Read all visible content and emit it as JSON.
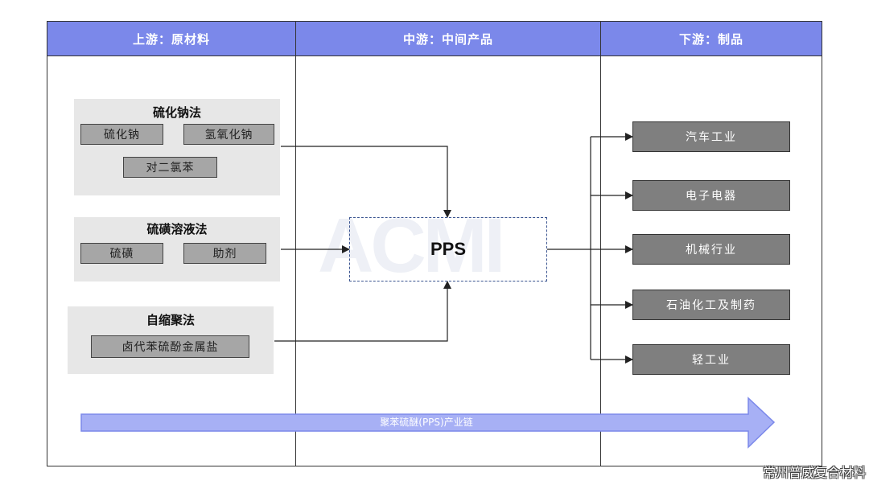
{
  "headers": {
    "upstream": "上游：原材料",
    "midstream": "中游：中间产品",
    "downstream": "下游：制品"
  },
  "groups": {
    "sodium_sulfide": {
      "title": "硫化钠法",
      "items": [
        "硫化钠",
        "氢氧化钠",
        "对二氯苯"
      ]
    },
    "sulfur_solution": {
      "title": "硫磺溶液法",
      "items": [
        "硫磺",
        "助剂"
      ]
    },
    "self_condensation": {
      "title": "自缩聚法",
      "items": [
        "卤代苯硫酚金属盐"
      ]
    }
  },
  "center": {
    "label": "PPS"
  },
  "watermark": "ACMI",
  "products": [
    "汽车工业",
    "电子电器",
    "机械行业",
    "石油化工及制药",
    "轻工业"
  ],
  "band": {
    "label": "聚苯硫醚(PPS)产业链"
  },
  "credit": "常州普威复合材料",
  "colors": {
    "header": "#7b88ea",
    "band": "#a7b0f5",
    "group_bg": "#e7e7e7",
    "chip": "#a6a6a6",
    "product": "#7f7f7f",
    "pps_border": "#3a5490"
  }
}
